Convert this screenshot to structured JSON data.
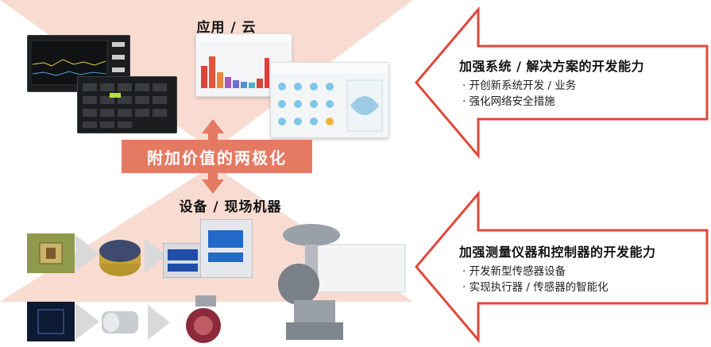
{
  "diagram": {
    "top_label": "应用 / 云",
    "middle_banner": "附加价值的两极化",
    "bottom_label": "设备 / 现场机器",
    "arrows": [
      {
        "heading": "加强系统 / 解决方案的开发能力",
        "bullets": [
          "· 开创新系统开发 / 业务",
          "· 强化网络安全措施"
        ]
      },
      {
        "heading": "加强测量仪器和控制器的开发能力",
        "bullets": [
          "· 开发新型传感器设备",
          "· 实现执行器 / 传感器的智能化"
        ]
      }
    ],
    "colors": {
      "salmon": "#f9dcd1",
      "banner": "#e57a63",
      "arrow_stroke": "#e0483a"
    }
  }
}
